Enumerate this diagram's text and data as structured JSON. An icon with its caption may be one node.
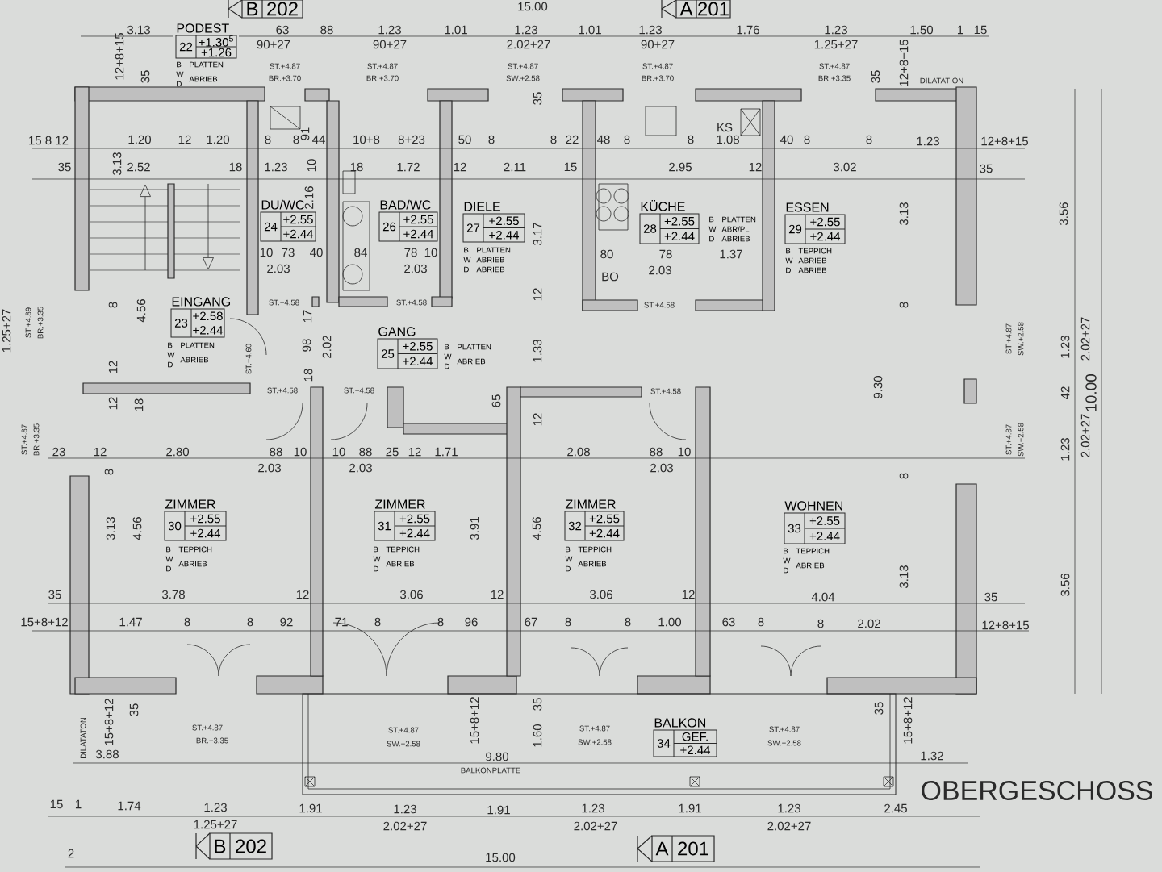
{
  "diagram": {
    "title": "OBERGESCHOSS",
    "nodes": [
      {
        "text": [
          "B",
          "202"
        ]
      },
      {
        "text": [
          "A",
          "201"
        ]
      },
      {
        "text": [
          "PODEST",
          "22",
          "+1.30$^{5}$",
          "+1.26"
        ],
        "beside": [
          "B",
          "W",
          "D",
          "PLATTEN",
          "ABRIEB"
        ]
      },
      {
        "text": [
          "DU/WC",
          "24",
          "+2.55",
          "+2.44"
        ]
      },
      {
        "text": [
          "BAD/WC",
          "26",
          "+2.55",
          "+2.44"
        ]
      },
      {
        "text": [
          "DIELE",
          "27",
          "+2.55",
          "+2.44"
        ],
        "beside": [
          "B",
          "W",
          "D",
          "PLATTEN",
          "ABRIEB",
          "ABRIEB"
        ]
      },
      {
        "text": [
          "KÜCHE",
          "28",
          "+2.55",
          "+2.44"
        ],
        "beside": [
          "B",
          "W",
          "D",
          "PLATTEN",
          "ABR/PL",
          "ABRIEB"
        ]
      },
      {
        "text": [
          "ESSEN",
          "29",
          "+2.55",
          "+2.44"
        ],
        "beside": [
          "B",
          "W",
          "D",
          "TEPPICH",
          "ABRIEB",
          "ABRIEB"
        ]
      },
      {
        "text": [
          "EINGANG",
          "23",
          "+2.58",
          "+2.44"
        ],
        "beside": [
          "B",
          "W",
          "D",
          "PLATTEN",
          "ABRIEB"
        ]
      },
      {
        "text": [
          "GANG",
          "25",
          "+2.55",
          "+2.44"
        ],
        "beside": [
          "B",
          "W",
          "D",
          "PLATTEN",
          "ABRIEB"
        ]
      },
      {
        "text": [
          "ZIMMER",
          "30",
          "+2.55",
          "+2.44"
        ],
        "beside": [
          "B",
          "W",
          "D",
          "TEPPICH",
          "ABRIEB"
        ]
      },
      {
        "text": [
          "ZIMMER",
          "31",
          "+2.55",
          "+2.44"
        ],
        "beside": [
          "B",
          "W",
          "D",
          "TEPPICH",
          "ABRIEB"
        ]
      },
      {
        "text": [
          "ZIMMER",
          "32",
          "+2.55",
          "+2.44"
        ],
        "beside": [
          "B",
          "W",
          "D",
          "TEPPICH",
          "ABRIEB"
        ]
      },
      {
        "text": [
          "WOHNEN",
          "33",
          "+2.55",
          "+2.44"
        ],
        "beside": [
          "B",
          "W",
          "D",
          "TEPPICH",
          "ABRIEB"
        ]
      },
      {
        "text": [
          "BALKON",
          "34",
          "GEF.",
          "+2.44"
        ]
      },
      {
        "text": [
          "B",
          "202"
        ]
      },
      {
        "text": [
          "A",
          "201"
        ]
      }
    ],
    "labels": [
      "15.00",
      "3.13",
      "63",
      "88",
      "1.23",
      "1.01",
      "1.23",
      "1.01",
      "1.23",
      "1.76",
      "1.23",
      "1.50",
      "1",
      "15",
      "90+27",
      "90+27",
      "2.02+27",
      "90+27",
      "1.25+27",
      "ST.+4.87",
      "BR.+3.70",
      "ST.+4.87",
      "BR.+3.70",
      "ST.+4.87",
      "SW.+2.58",
      "ST.+4.87",
      "BR.+3.70",
      "ST.+4.87",
      "BR.+3.35",
      "12+8+15",
      "35",
      "35",
      "12+8+15",
      "DILATATION",
      "35",
      "15 8 12",
      "1.20",
      "12",
      "1.20",
      "8",
      "8",
      "91",
      "44",
      "10+8",
      "8+23",
      "50",
      "8",
      "8",
      "22",
      "48",
      "8",
      "8",
      "KS",
      "1.08",
      "40",
      "8",
      "8",
      "1.23",
      "12+8+15",
      "35",
      "3.13",
      "2.52",
      "18",
      "1.23",
      "10",
      "2.16",
      "18",
      "1.72",
      "12",
      "2.11",
      "15",
      "2.95",
      "12",
      "3.02",
      "35",
      "3.17",
      "3.13",
      "3.56",
      "10",
      "73",
      "40",
      "84",
      "78",
      "10",
      "80",
      "78",
      "1.37",
      "2.03",
      "2.03",
      "BO",
      "2.03",
      "8",
      "ST.+4.58",
      "ST.+4.58",
      "12",
      "ST.+4.58",
      "8",
      "1.25+27",
      "ST.+4.89",
      "BR.+3.35",
      "4.56",
      "ST.+4.60",
      "17",
      "98",
      "2.02",
      "18",
      "1.33",
      "ST.+4.87",
      "SW.+2.58",
      "1.23",
      "2.02+27",
      "12",
      "12",
      "18",
      "ST.+4.58",
      "ST.+4.58",
      "65",
      "12",
      "ST.+4.58",
      "9.30",
      "42",
      "10.00",
      "ST.+4.87",
      "BR.+3.35",
      "23",
      "12",
      "2.80",
      "88",
      "10",
      "10",
      "88",
      "25",
      "12",
      "1.71",
      "2.08",
      "88",
      "10",
      "ST.+4.87",
      "SW.+2.58",
      "1.23",
      "2.02+27",
      "2.03",
      "2.03",
      "2.03",
      "8",
      "3.13",
      "4.56",
      "3.91",
      "4.56",
      "3.13",
      "3.56",
      "8",
      "35",
      "3.78",
      "12",
      "3.06",
      "12",
      "3.06",
      "12",
      "4.04",
      "35",
      "15+8+12",
      "1.47",
      "8",
      "8",
      "92",
      "71",
      "8",
      "8",
      "96",
      "67",
      "8",
      "8",
      "1.00",
      "63",
      "8",
      "8",
      "2.02",
      "12+8+15",
      "DILATATON",
      "15+8+12",
      "35",
      "15+8+12",
      "35",
      "1.60",
      "35",
      "15+8+12",
      "ST.+4.87",
      "BR.+3.35",
      "ST.+4.87",
      "SW.+2.58",
      "ST.+4.87",
      "SW.+2.58",
      "ST.+4.87",
      "SW.+2.58",
      "3.88",
      "9.80",
      "BALKONPLATTE",
      "1.32",
      "15",
      "1",
      "1.74",
      "1.23",
      "1.91",
      "1.23",
      "1.91",
      "1.23",
      "1.91",
      "1.23",
      "2.45",
      "1.25+27",
      "2.02+27",
      "2.02+27",
      "2.02+27",
      "2",
      "15.00"
    ]
  }
}
